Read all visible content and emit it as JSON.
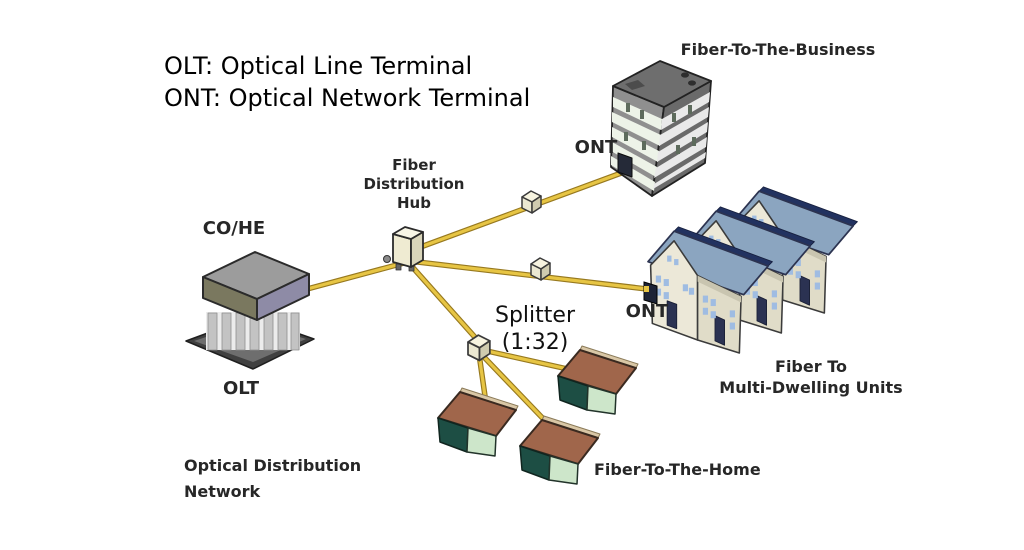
{
  "legend": {
    "line1": "OLT: Optical Line Terminal",
    "line2": "ONT: Optical Network Terminal"
  },
  "nodes": {
    "central_office": {
      "title": "CO/HE",
      "subtitle": "OLT"
    },
    "hub": {
      "label_line1": "Fiber",
      "label_line2": "Distribution",
      "label_line3": "Hub"
    },
    "splitter": {
      "label_line1": "Splitter",
      "label_line2": "(1:32)"
    },
    "business": {
      "label": "Fiber-To-The-Business",
      "ont": "ONT"
    },
    "mdu": {
      "label_line1": "Fiber To",
      "label_line2": "Multi-Dwelling Units",
      "ont": "ONT"
    },
    "homes": {
      "label": "Fiber-To-The-Home"
    },
    "odn": {
      "label_line1": "Optical Distribution",
      "label_line2": "Network"
    }
  },
  "colors": {
    "fiber": "#e7c544",
    "fiber_edge": "#97791f",
    "mdu_roof": "#8ba5c0",
    "mdu_ridge": "#223260",
    "mdu_wall": "#ece8d8",
    "home_roof": "#a0664b",
    "home_gable": "#1d4e44",
    "home_side": "#cde6ca",
    "cabinet": "#efebd2",
    "co_roof_top": "#9c9c9c",
    "co_roof_left": "#7a785f",
    "co_roof_right": "#8e8ba6"
  }
}
